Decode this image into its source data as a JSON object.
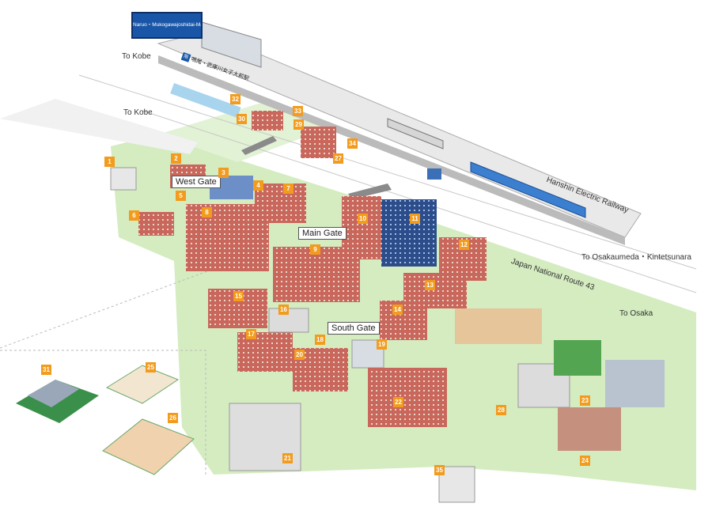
{
  "station": {
    "sign_en": "Naruo・Mukogawajoshidai-Mae",
    "sign_jp": "鳴尾・武庫川女子大前駅",
    "logo": "阪"
  },
  "labels": {
    "to_kobe_top": "To Kobe",
    "to_kobe_road": "To Kobe",
    "hanshin": "Hanshin Electric Railway",
    "to_osakaumeda": "To Osakaumeda・Kintetsunara",
    "route43": "Japan National Route 43",
    "to_osaka": "To Osaka"
  },
  "gates": {
    "west": "West Gate",
    "main": "Main Gate",
    "south": "South Gate"
  },
  "markers": [
    "1",
    "2",
    "3",
    "4",
    "5",
    "6",
    "7",
    "8",
    "9",
    "10",
    "11",
    "12",
    "13",
    "14",
    "15",
    "16",
    "17",
    "18",
    "19",
    "20",
    "21",
    "22",
    "23",
    "24",
    "25",
    "26",
    "27",
    "28",
    "29",
    "30",
    "31",
    "32",
    "33",
    "34",
    "35"
  ],
  "colors": {
    "marker": "#f29b1d",
    "campus_green": "#d4ecc0",
    "brick": "#c9675c",
    "train_blue": "#3b7fd0",
    "station_sign": "#1a56a8"
  }
}
